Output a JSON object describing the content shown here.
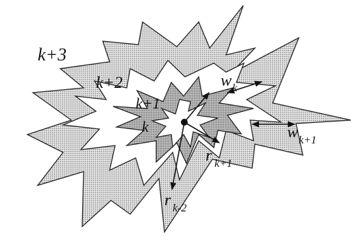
{
  "labels": {
    "k3": "k+3",
    "k2": "k+2",
    "k1": "k+1",
    "k": "k",
    "w_k": {
      "base": "w",
      "sub": "k"
    },
    "w_k1": {
      "base": "w",
      "sub": "k+1"
    },
    "r_k1": {
      "base": "r",
      "sub": "k+1"
    },
    "r_km2": {
      "base": "r",
      "sub": "k-2"
    }
  },
  "colors": {
    "stroke": "#222222",
    "fill_dots": "#9a9a9a",
    "background": "#ffffff"
  }
}
